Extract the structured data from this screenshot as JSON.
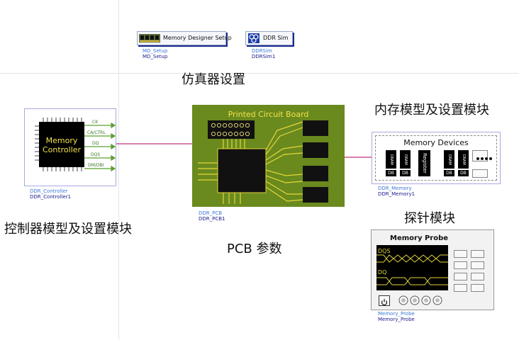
{
  "setup_tools": [
    {
      "label": "Memory Designer Setup",
      "type": "MD_Setup",
      "name": "MD_Setup",
      "icon": "memory-module-icon"
    },
    {
      "label": "DDR Sim",
      "type": "DDRSim",
      "name": "DDRSim1",
      "icon": "gear-cluster-icon"
    }
  ],
  "captions": {
    "sim_setup": "仿真器设置",
    "memory_block": "内存模型及设置模块",
    "probe_block": "探针模块",
    "controller_block": "控制器模型及设置模块",
    "pcb_block": "PCB 参数"
  },
  "controller": {
    "chip_line1": "Memory",
    "chip_line2": "Controller",
    "pins": [
      "CK",
      "CA/CTRL",
      "DQ",
      "DQS",
      "DM/DBI"
    ],
    "type": "DDR_Controller",
    "name": "DDR_Controller1"
  },
  "pcb": {
    "title": "Printed Circuit Board",
    "type": "DDR_PCB",
    "name": "DDR_PCB1"
  },
  "memory": {
    "title": "Memory Devices",
    "dram_label": "DRAM",
    "db_label": "DB",
    "register_label": "Register",
    "type": "DDR_Memory",
    "name": "DDR_Memory1"
  },
  "probe": {
    "title": "Memory Probe",
    "trace1": "DQS",
    "trace2": "DQ",
    "type": "Memory_Probe",
    "name": "Memory_Probe"
  },
  "colors": {
    "wire": "#c0307a",
    "pcb_green": "#6a8a1e",
    "chip_text": "#f3e24a",
    "pin_green": "#5aa02c",
    "instance_type": "#3a78d8",
    "instance_name": "#1a1a8c"
  }
}
